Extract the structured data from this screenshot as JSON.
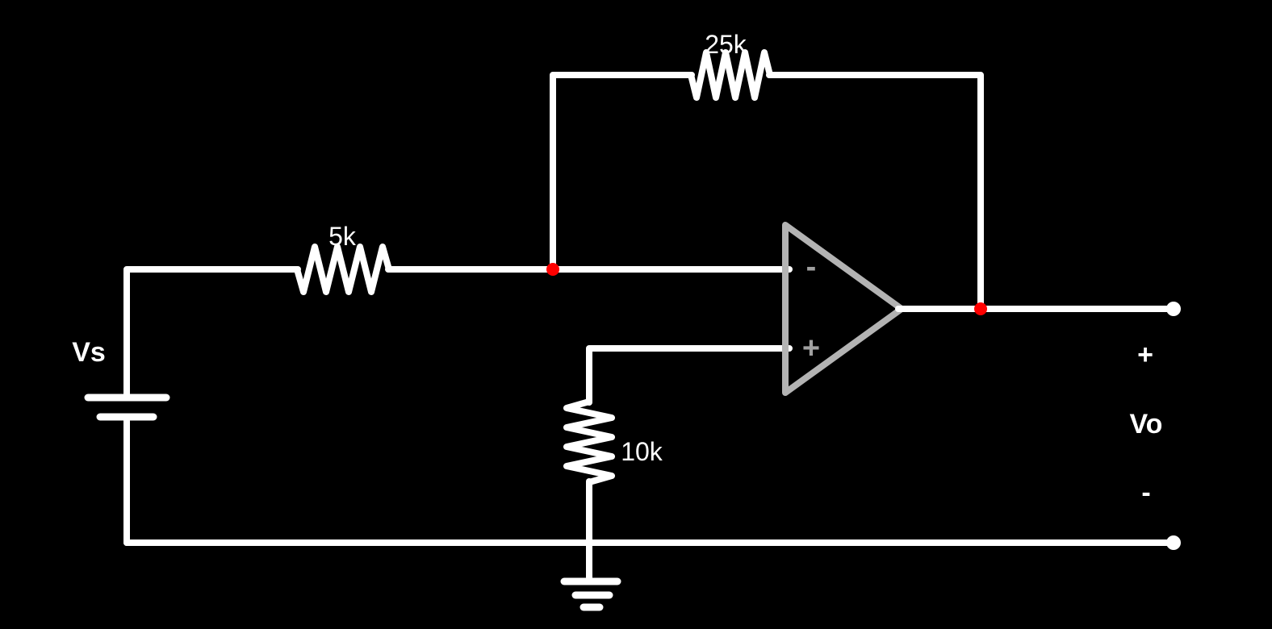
{
  "colors": {
    "background": "#000000",
    "wire": "#ffffff",
    "opamp_body": "#b3b3b3",
    "opamp_sign": "#a0a0a0",
    "junction": "#ff0000",
    "text": "#ffffff"
  },
  "components": {
    "source": {
      "label": "Vs"
    },
    "input_resistor": {
      "label": "5k"
    },
    "feedback_resistor": {
      "label": "25k"
    },
    "noninverting_resistor": {
      "label": "10k"
    },
    "opamp": {
      "inverting_label": "-",
      "noninverting_label": "+"
    },
    "output": {
      "plus_label": "+",
      "name_label": "Vo",
      "minus_label": "-"
    }
  }
}
